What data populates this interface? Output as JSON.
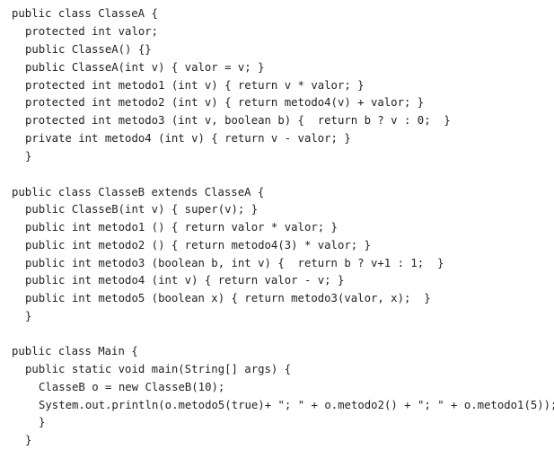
{
  "lines": [
    "public class ClasseA {",
    "protected int valor;",
    "public ClasseA() {}",
    "public ClasseA(int v) { valor = v; }",
    "protected int metodo1 (int v) { return v * valor; }",
    "protected int metodo2 (int v) { return metodo4(v) + valor; }",
    "protected int metodo3 (int v, boolean b) {  return b ? v : 0;  }",
    "private int metodo4 (int v) { return v - valor; }",
    "}",
    "public class ClasseB extends ClasseA {",
    "public ClasseB(int v) { super(v); }",
    "public int metodo1 () { return valor * valor; }",
    "public int metodo2 () { return metodo4(3) * valor; }",
    "public int metodo3 (boolean b, int v) {  return b ? v+1 : 1;  }",
    "public int metodo4 (int v) { return valor - v; }",
    "public int metodo5 (boolean x) { return metodo3(valor, x);  }",
    "}",
    "public class Main {",
    "public static void main(String[] args) {",
    "ClasseB o = new ClasseB(10);",
    "System.out.println(o.metodo5(true)+ \"; \" + o.metodo2() + \"; \" + o.metodo1(5));",
    "}",
    "}"
  ]
}
